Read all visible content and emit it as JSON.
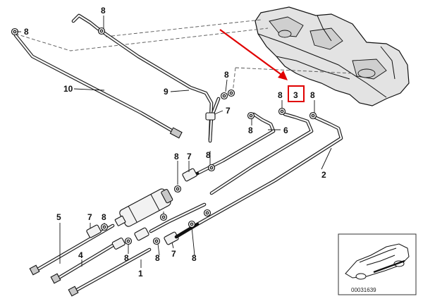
{
  "callouts": {
    "c1": "1",
    "c2": "2",
    "c3": "3",
    "c4": "4",
    "c5": "5",
    "c6": "6",
    "c7a": "7",
    "c7b": "7",
    "c7c": "7",
    "c7d": "7",
    "c8a": "8",
    "c8b": "8",
    "c8c": "8",
    "c8d": "8",
    "c8e": "8",
    "c8f": "8",
    "c8g": "8",
    "c8h": "8",
    "c8i": "8",
    "c8j": "8",
    "c8k": "8",
    "c9": "9",
    "c10": "10"
  },
  "diagram_code": "00031639",
  "highlight": {
    "part": "3",
    "color": "#e00000"
  }
}
